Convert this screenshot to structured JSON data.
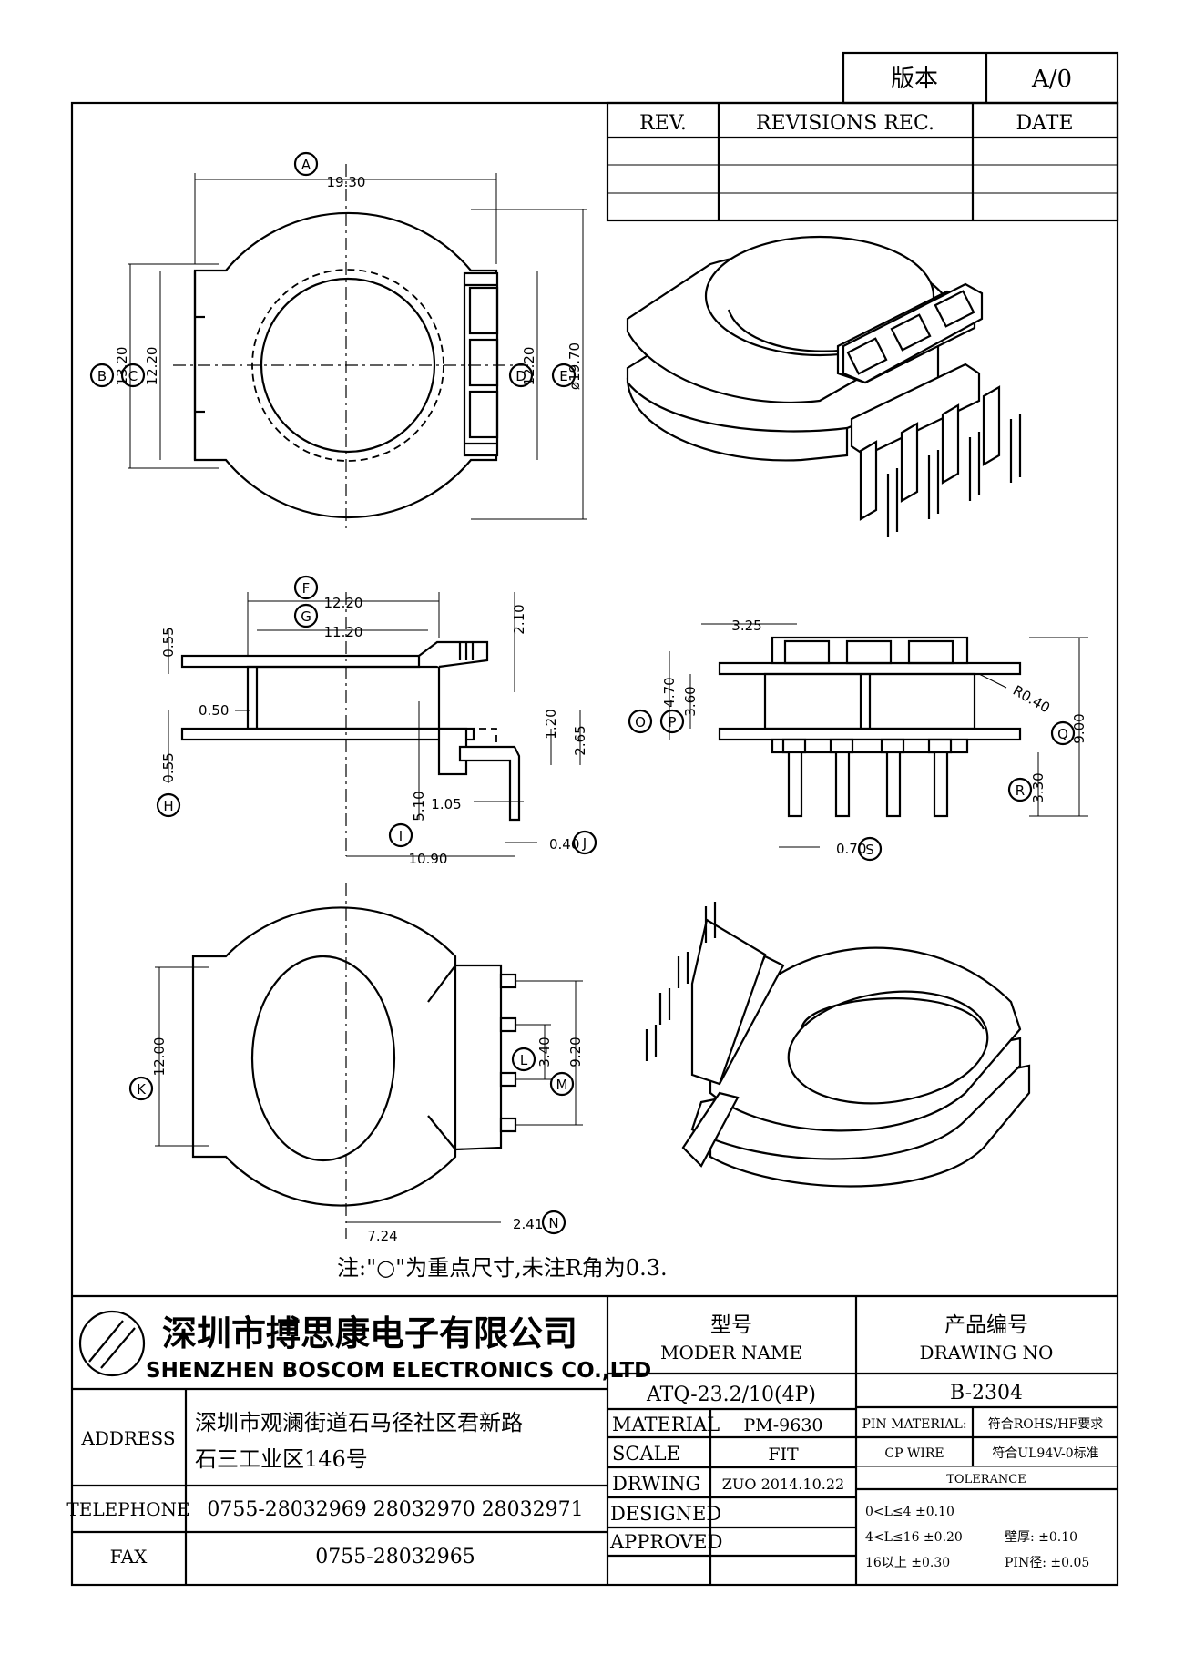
{
  "version_box": {
    "label": "版本",
    "value": "A/0"
  },
  "revisions": {
    "headers": [
      "REV.",
      "REVISIONS REC.",
      "DATE"
    ],
    "rows": [
      [
        "",
        "",
        ""
      ],
      [
        "",
        "",
        ""
      ],
      [
        "",
        "",
        ""
      ]
    ]
  },
  "dimensions": {
    "top_view": {
      "A": "19.30",
      "B": "13.20",
      "C": "12.20",
      "D": "12.20",
      "E": "ø19.70"
    },
    "side_view": {
      "F": "12.20",
      "G": "11.20",
      "top_pin": "2.10",
      "top_flange": "0.55",
      "gap": "0.50",
      "bottom_flange": "0.55",
      "pin_h": "1.20",
      "pin_step": "2.65",
      "height": "5.10",
      "pin_off": "1.05",
      "I": "10.90",
      "J": "0.40"
    },
    "front_view": {
      "top": "3.25",
      "O": "4.70",
      "P": "3.60",
      "radius": "R0.40",
      "Q": "9.00",
      "R": "3.30",
      "S": "0.70"
    },
    "bottom_view": {
      "K": "12.00",
      "L": "3.40",
      "M": "9.20",
      "center": "7.24",
      "N": "2.41"
    }
  },
  "circle_letters": [
    "A",
    "B",
    "C",
    "D",
    "E",
    "F",
    "G",
    "H",
    "I",
    "J",
    "K",
    "L",
    "M",
    "N",
    "O",
    "P",
    "Q",
    "R",
    "S"
  ],
  "note": "注:\"○\"为重点尺寸,未注R角为0.3.",
  "company": {
    "name_cn": "深圳市搏思康电子有限公司",
    "name_en": "SHENZHEN BOSCOM ELECTRONICS CO.,LTD"
  },
  "model": {
    "label_cn": "型号",
    "label_en": "MODER NAME",
    "value": "ATQ-23.2/10(4P)"
  },
  "drawing_no": {
    "label_cn": "产品编号",
    "label_en": "DRAWING NO",
    "value": "B-2304"
  },
  "address": {
    "label": "ADDRESS",
    "line1": "深圳市观澜街道石马径社区君新路",
    "line2": "石三工业区146号"
  },
  "telephone": {
    "label": "TELEPHONE",
    "value": "0755-28032969 28032970 28032971"
  },
  "fax": {
    "label": "FAX",
    "value": "0755-28032965"
  },
  "material": {
    "label": "MATERIAL",
    "value": "PM-9630"
  },
  "scale": {
    "label": "SCALE",
    "value": "FIT"
  },
  "drwing": {
    "label": "DRWING",
    "value": "ZUO 2014.10.22"
  },
  "designed": {
    "label": "DESIGNED",
    "value": ""
  },
  "approved": {
    "label": "APPROVED",
    "value": ""
  },
  "pin_material": {
    "label": "PIN MATERIAL:",
    "value": "符合ROHS/HF要求"
  },
  "cp_wire": {
    "label": "CP WIRE",
    "value": "符合UL94V-0标准"
  },
  "tolerance": {
    "label": "TOLERANCE",
    "line1": "0<L≤4  ±0.10",
    "line2": "4<L≤16  ±0.20",
    "line3": "16以上     ±0.30",
    "wall": "壁厚:  ±0.10",
    "pin": "PIN径:  ±0.05"
  }
}
